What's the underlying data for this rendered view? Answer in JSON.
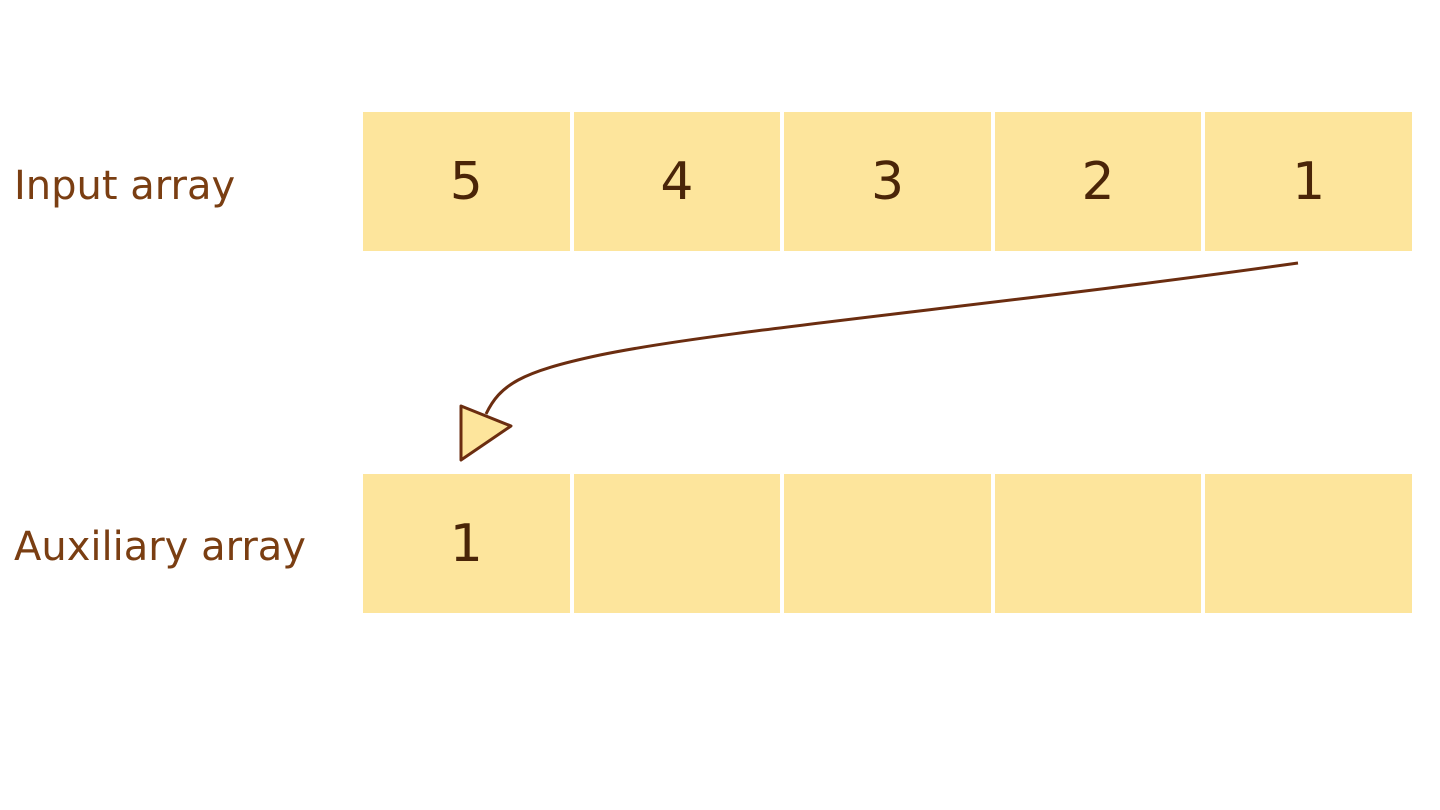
{
  "labels": {
    "input": "Input array",
    "auxiliary": "Auxiliary array"
  },
  "input_array": [
    "5",
    "4",
    "3",
    "2",
    "1"
  ],
  "auxiliary_array": [
    "1",
    "",
    "",
    "",
    ""
  ],
  "colors": {
    "cell_fill": "#fde59c",
    "label_text": "#7a3e12",
    "cell_text": "#4a2508",
    "arrow": "#6b2d10"
  }
}
